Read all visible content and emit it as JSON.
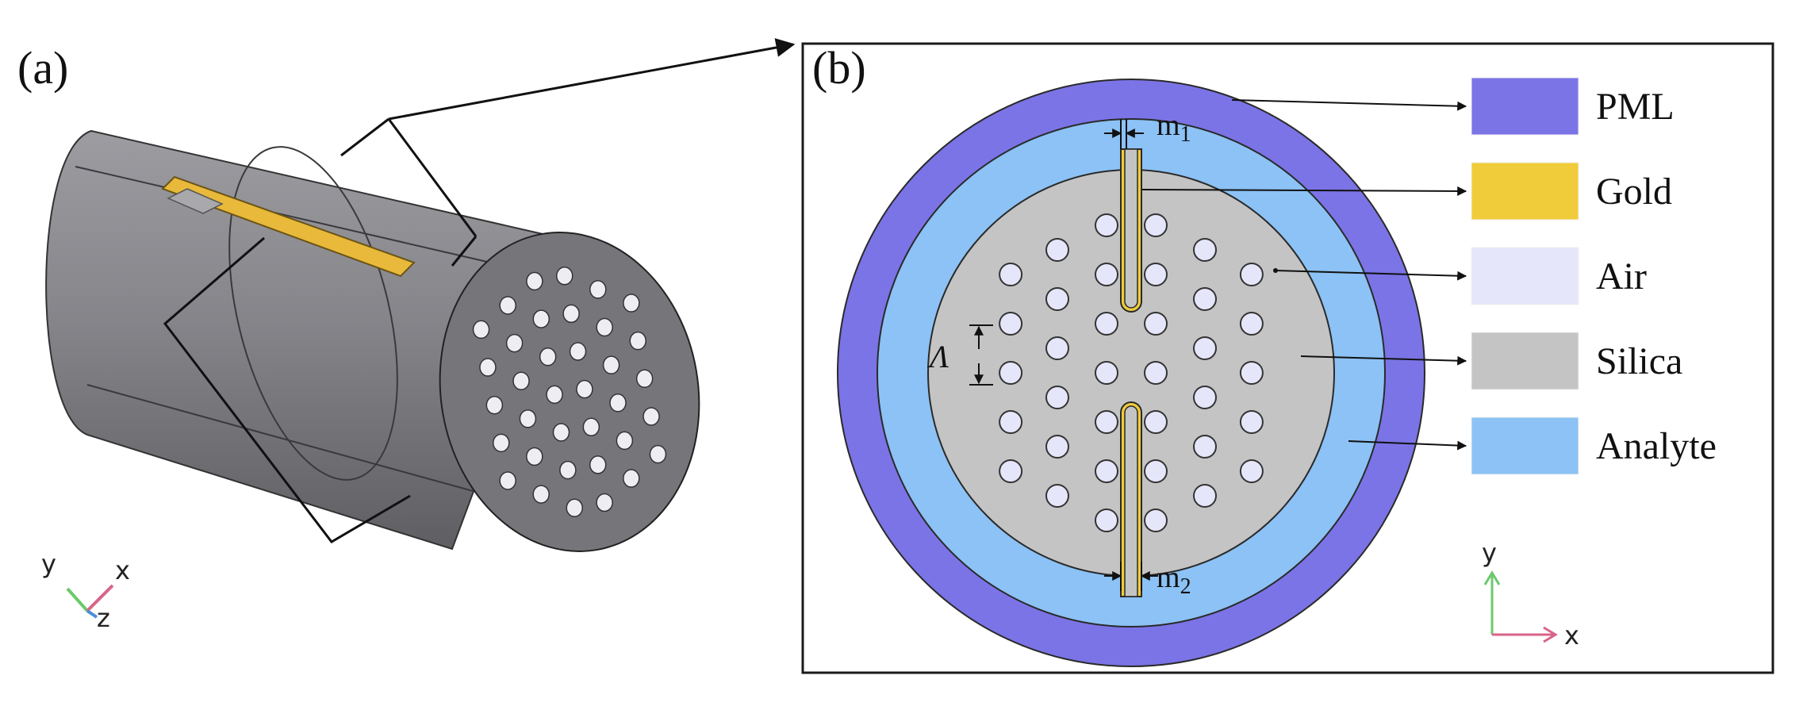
{
  "panel_a": {
    "label": "(a)",
    "axes": {
      "y": "y",
      "x": "x",
      "z": "z"
    }
  },
  "panel_b": {
    "label": "(b)",
    "annotations": {
      "m1_base": "m",
      "m1_sub": "1",
      "m2_base": "m",
      "m2_sub": "2",
      "pitch": "Λ"
    },
    "axes": {
      "y": "y",
      "x": "x"
    }
  },
  "legend": [
    {
      "label": "PML",
      "color": "#7b74e6"
    },
    {
      "label": "Gold",
      "color": "#f0cc3a"
    },
    {
      "label": "Air",
      "color": "#e6e6fb"
    },
    {
      "label": "Silica",
      "color": "#c4c4c4"
    },
    {
      "label": "Analyte",
      "color": "#8cc2f5"
    }
  ],
  "colors": {
    "fiber_body": "#858589",
    "fiber_face": "#77777b",
    "hole": "#eeeef2",
    "gold_channel": "#f0cc3a",
    "axis_x": "#d9648a",
    "axis_y": "#6cc96c",
    "axis_z": "#4a8fd8"
  }
}
